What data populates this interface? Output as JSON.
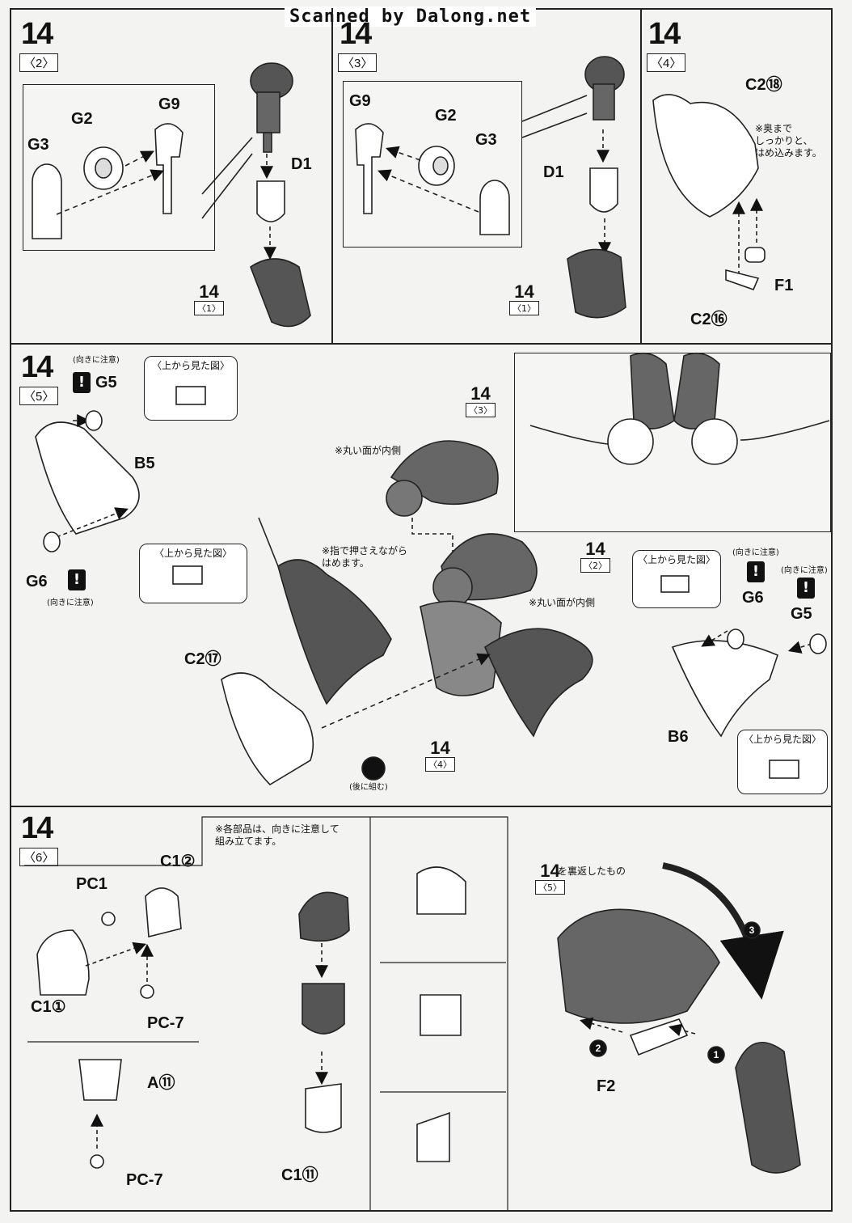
{
  "watermark": "Scanned by Dalong.net",
  "steps": {
    "s2": {
      "num": "14",
      "sub": "〈2〉",
      "ref_num": "14",
      "ref_sub": "〈1〉",
      "labels": {
        "g9": "G9",
        "g2": "G2",
        "g3": "G3",
        "d1": "D1"
      }
    },
    "s3": {
      "num": "14",
      "sub": "〈3〉",
      "ref_num": "14",
      "ref_sub": "〈1〉",
      "labels": {
        "g9": "G9",
        "g2": "G2",
        "g3": "G3",
        "d1": "D1"
      }
    },
    "s4": {
      "num": "14",
      "sub": "〈4〉",
      "labels": {
        "c2_18": "C2⑱",
        "f1": "F1",
        "c2_16": "C2⑯"
      },
      "note": "※奥まで\nしっかりと、\nはめ込みます。"
    },
    "s5": {
      "num": "14",
      "sub": "〈5〉",
      "labels": {
        "g5": "G5",
        "b5": "B5",
        "g6": "G6",
        "c2_17": "C2⑰",
        "g6r": "G6",
        "g5r": "G5",
        "b6": "B6"
      },
      "caution": "(向きに注意)",
      "top_view": "〈上から見た図〉",
      "note_round_inner": "※丸い面が内側",
      "note_press": "※指で押さえながら\nはめます。",
      "later": "(後に組む)",
      "ref3_num": "14",
      "ref3_sub": "〈3〉",
      "ref2_num": "14",
      "ref2_sub": "〈2〉",
      "ref4_num": "14",
      "ref4_sub": "〈4〉"
    },
    "s6": {
      "num": "14",
      "sub": "〈6〉",
      "labels": {
        "pc1": "PC1",
        "c1_2": "C1②",
        "c1_1": "C1①",
        "pc7a": "PC-7",
        "a11": "A⑪",
        "pc7b": "PC-7",
        "c1_11": "C1⑪",
        "f2": "F2"
      },
      "note_each": "※各部品は、向きに注意して\n組み立てます。",
      "flipped": "を裏返したもの",
      "ref5_num": "14",
      "ref5_sub": "〈5〉",
      "arrow_labels": [
        "1",
        "2",
        "3"
      ]
    }
  }
}
